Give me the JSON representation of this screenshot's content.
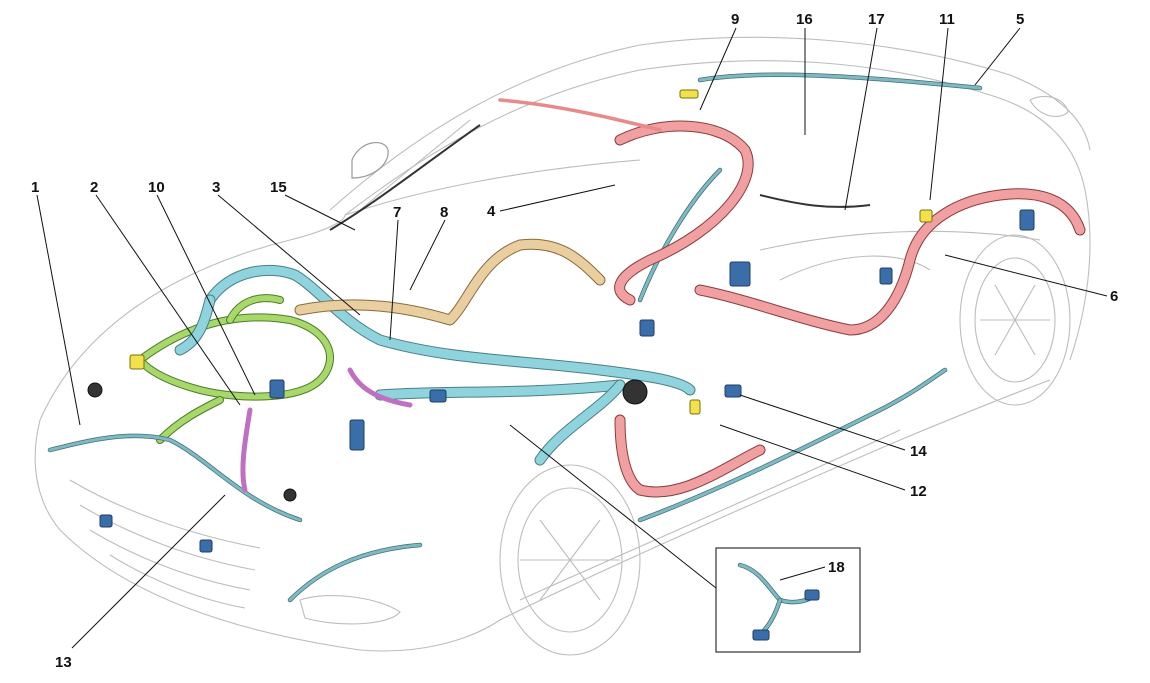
{
  "diagram": {
    "callouts": [
      {
        "id": "c1",
        "label": "1"
      },
      {
        "id": "c2",
        "label": "2"
      },
      {
        "id": "c10",
        "label": "10"
      },
      {
        "id": "c3",
        "label": "3"
      },
      {
        "id": "c15",
        "label": "15"
      },
      {
        "id": "c7",
        "label": "7"
      },
      {
        "id": "c8",
        "label": "8"
      },
      {
        "id": "c4",
        "label": "4"
      },
      {
        "id": "c9",
        "label": "9"
      },
      {
        "id": "c16",
        "label": "16"
      },
      {
        "id": "c17",
        "label": "17"
      },
      {
        "id": "c11",
        "label": "11"
      },
      {
        "id": "c5",
        "label": "5"
      },
      {
        "id": "c6",
        "label": "6"
      },
      {
        "id": "c14",
        "label": "14"
      },
      {
        "id": "c12",
        "label": "12"
      },
      {
        "id": "c13",
        "label": "13"
      },
      {
        "id": "c18",
        "label": "18"
      }
    ],
    "colors": {
      "harness_blue": "#8fd3dc",
      "harness_red": "#f0a0a0",
      "harness_green": "#a6d96a",
      "harness_tan": "#e9cfa0",
      "harness_purple": "#c070c0",
      "connector_blue": "#3a6ea8",
      "connector_yellow": "#f2e24a",
      "car_outline": "#bdbdbd"
    }
  }
}
